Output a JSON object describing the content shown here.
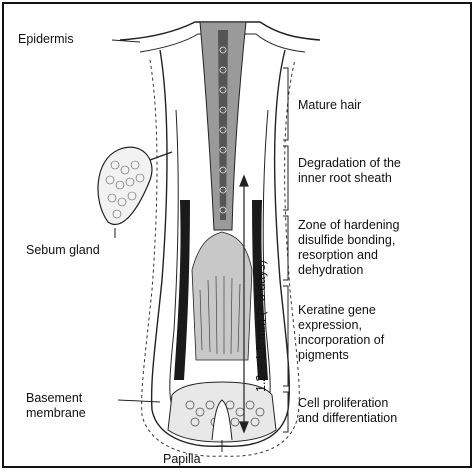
{
  "labels": {
    "epidermis": "Epidermis",
    "sebum_gland": "Sebum gland",
    "basement_membrane_line1": "Basement",
    "basement_membrane_line2": "membrane",
    "papilla": "Papilla"
  },
  "zones": [
    {
      "lines": [
        "Mature hair"
      ]
    },
    {
      "lines": [
        "Degradation of the",
        "inner root sheath"
      ]
    },
    {
      "lines": [
        "Zone of hardening",
        "disulfide bonding,",
        "resorption and",
        "dehydration"
      ]
    },
    {
      "lines": [
        "Keratine gene",
        "expression,",
        "incorporation of",
        "pigments"
      ]
    },
    {
      "lines": [
        "Cell proliferation",
        "and differentiation"
      ]
    }
  ],
  "measurement": "1.2 – 1.5 mm (≈ 3 days)",
  "colors": {
    "ink": "#111111",
    "shaft_dark": "#1a1a1a",
    "shaft_grey": "#9a9a9a",
    "line": "#222222"
  }
}
